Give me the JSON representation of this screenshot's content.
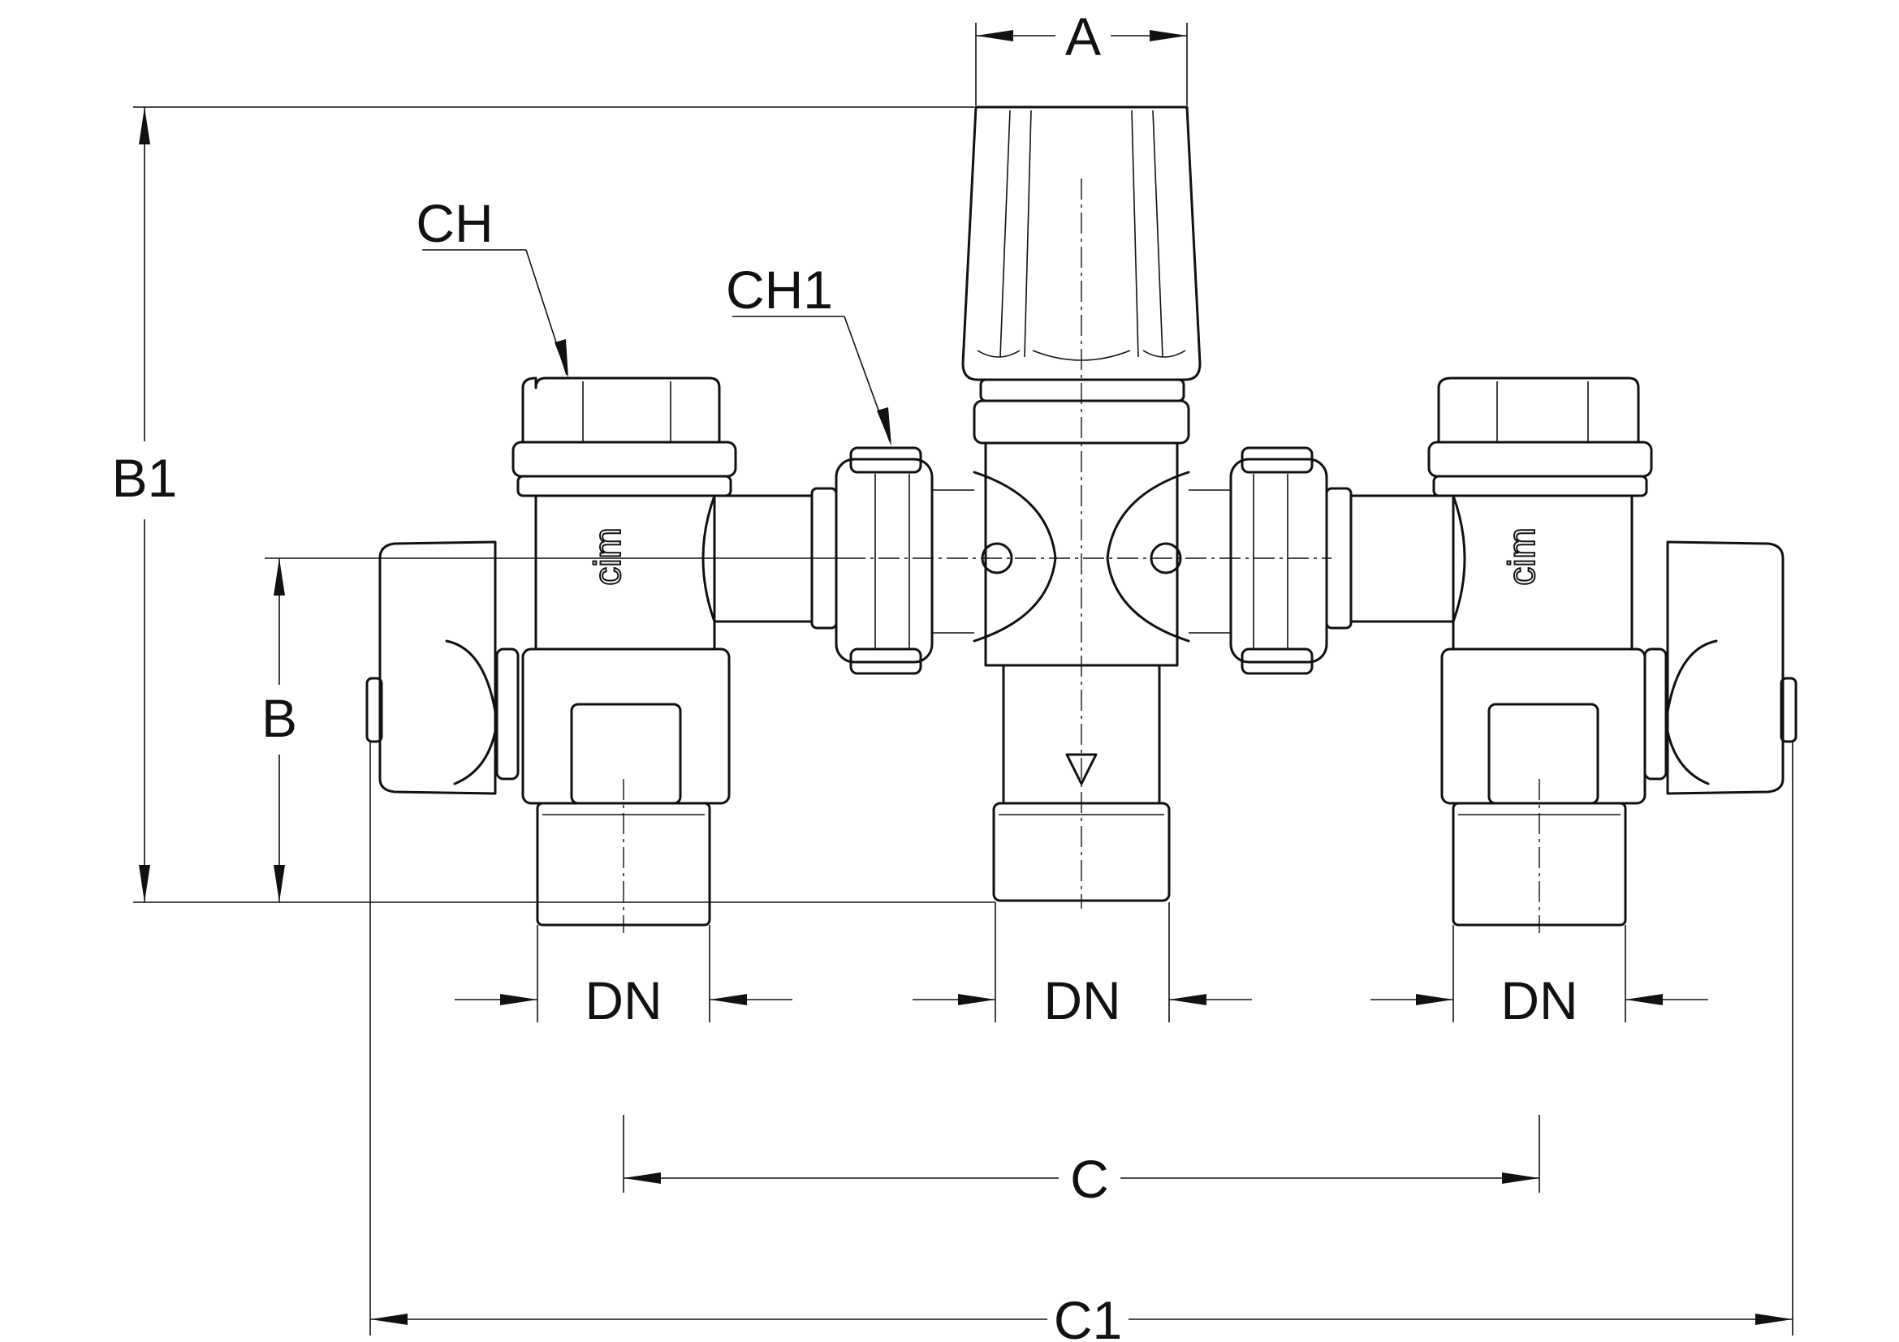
{
  "labels": {
    "A": "A",
    "B": "B",
    "B1": "B1",
    "C": "C",
    "C1": "C1",
    "CH": "CH",
    "CH1": "CH1",
    "DN_left": "DN",
    "DN_center": "DN",
    "DN_right": "DN"
  },
  "brand_marks": [
    "cim",
    "cim"
  ]
}
